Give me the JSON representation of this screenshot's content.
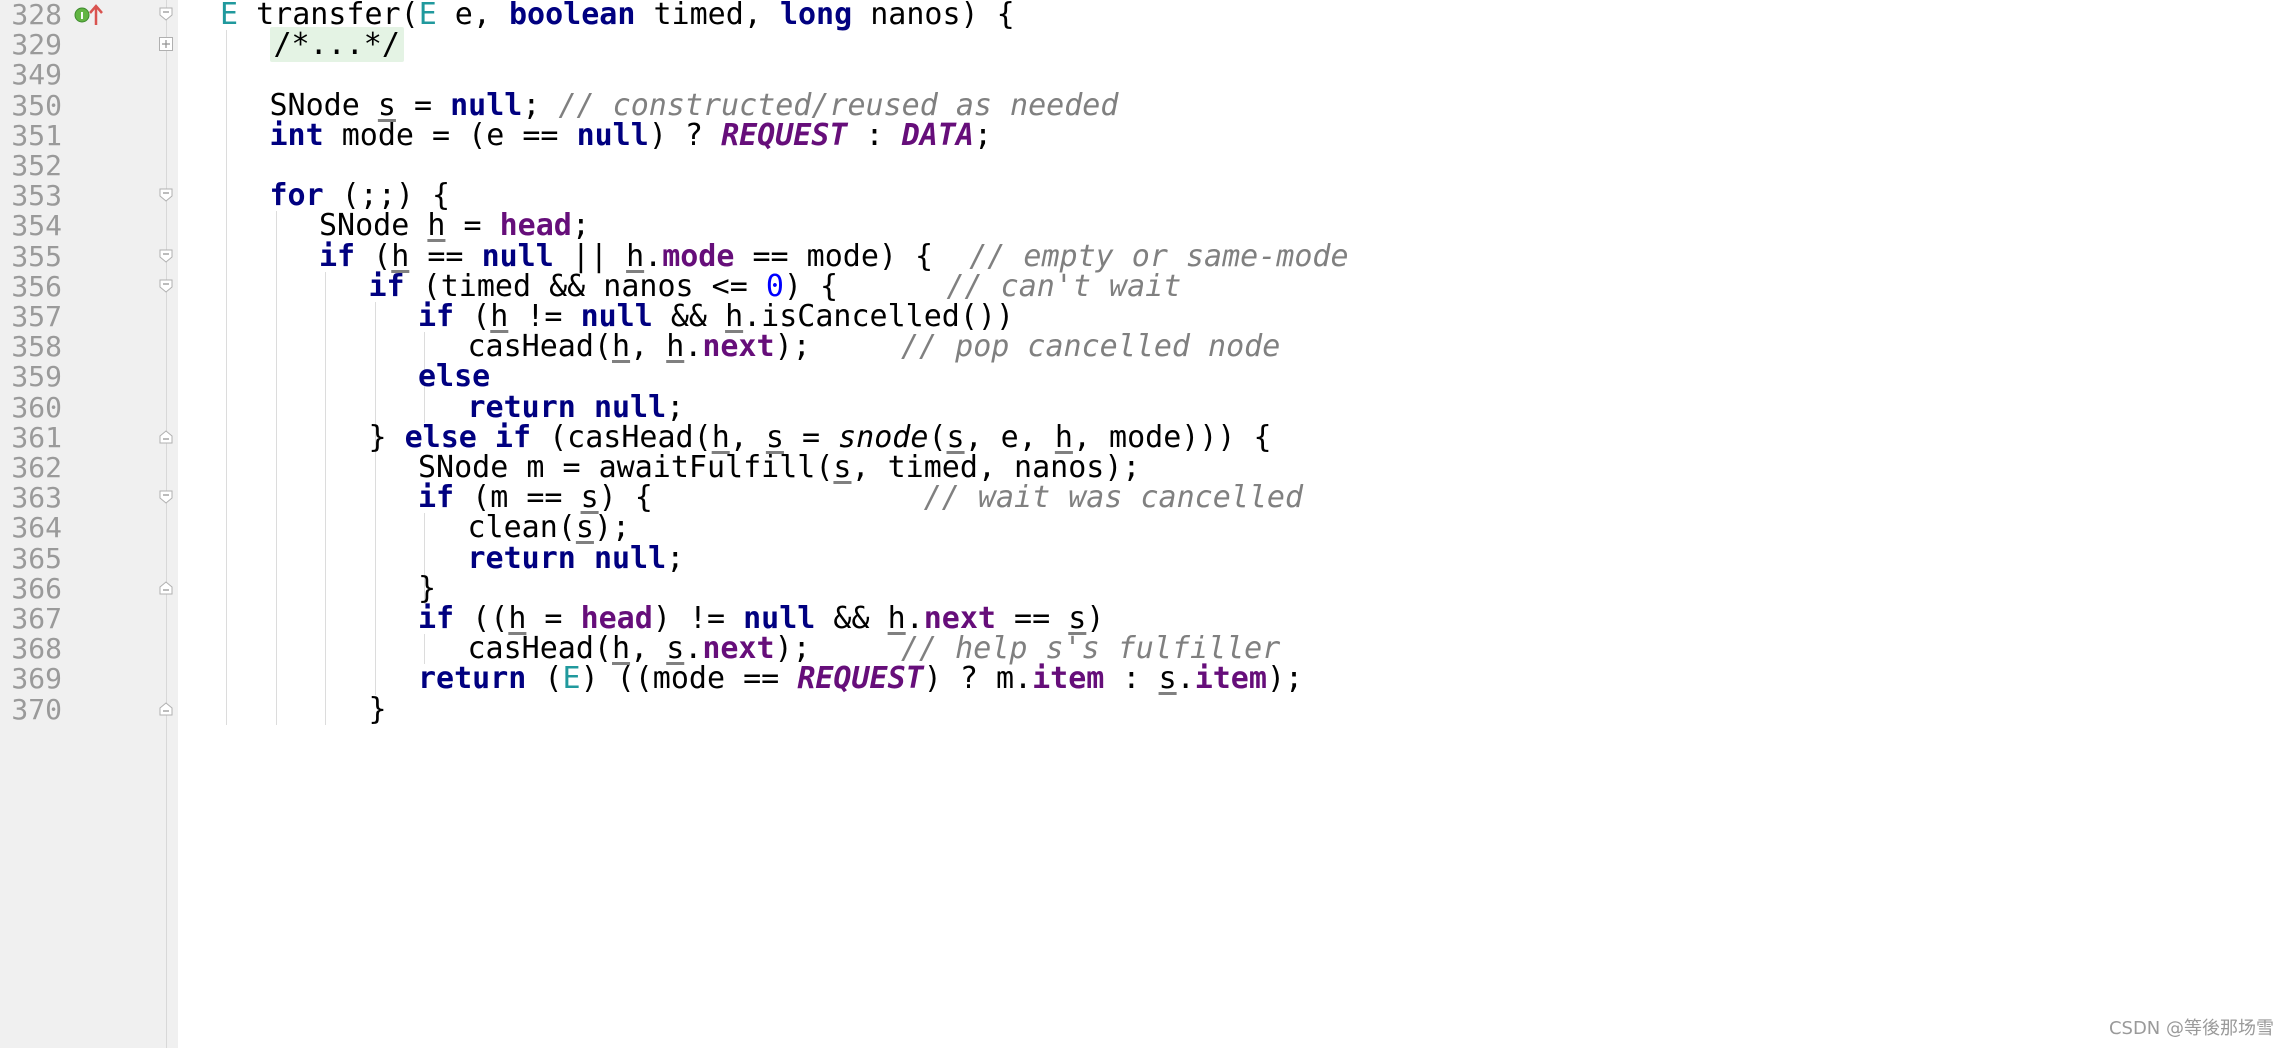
{
  "editor": {
    "accent_keyword": "#000080",
    "accent_field": "#660e7a",
    "accent_comment": "#808080",
    "lines": [
      {
        "num": "328",
        "gutter_icon": "override-method-icon",
        "fold": "open",
        "indent": 1,
        "tokens": [
          [
            "ty",
            "E"
          ],
          [
            "t",
            " transfer("
          ],
          [
            "ty",
            "E"
          ],
          [
            "t",
            " e, "
          ],
          [
            "kw",
            "boolean"
          ],
          [
            "t",
            " timed, "
          ],
          [
            "kw",
            "long"
          ],
          [
            "t",
            " nanos) {"
          ]
        ]
      },
      {
        "num": "329",
        "fold": "plus",
        "indent": 2,
        "tokens": [
          [
            "fold",
            "/*...*/"
          ]
        ]
      },
      {
        "num": "349",
        "indent": 2,
        "tokens": []
      },
      {
        "num": "350",
        "indent": 2,
        "tokens": [
          [
            "t",
            "SNode "
          ],
          [
            "ul",
            "s"
          ],
          [
            "t",
            " = "
          ],
          [
            "kw",
            "null"
          ],
          [
            "t",
            "; "
          ],
          [
            "cm",
            "// constructed/reused as needed"
          ]
        ]
      },
      {
        "num": "351",
        "indent": 2,
        "tokens": [
          [
            "kw",
            "int"
          ],
          [
            "t",
            " mode = (e == "
          ],
          [
            "kw",
            "null"
          ],
          [
            "t",
            ") ? "
          ],
          [
            "cst",
            "REQUEST"
          ],
          [
            "t",
            " : "
          ],
          [
            "cst",
            "DATA"
          ],
          [
            "t",
            ";"
          ]
        ]
      },
      {
        "num": "352",
        "indent": 2,
        "tokens": []
      },
      {
        "num": "353",
        "fold": "open",
        "indent": 2,
        "tokens": [
          [
            "kw",
            "for"
          ],
          [
            "t",
            " (;;) {"
          ]
        ]
      },
      {
        "num": "354",
        "indent": 3,
        "tokens": [
          [
            "t",
            "SNode "
          ],
          [
            "ul",
            "h"
          ],
          [
            "t",
            " = "
          ],
          [
            "fld",
            "head"
          ],
          [
            "t",
            ";"
          ]
        ]
      },
      {
        "num": "355",
        "fold": "open",
        "indent": 3,
        "tokens": [
          [
            "kw",
            "if"
          ],
          [
            "t",
            " ("
          ],
          [
            "ul",
            "h"
          ],
          [
            "t",
            " == "
          ],
          [
            "kw",
            "null"
          ],
          [
            "t",
            " || "
          ],
          [
            "ul",
            "h"
          ],
          [
            "t",
            "."
          ],
          [
            "fld",
            "mode"
          ],
          [
            "t",
            " == mode) {  "
          ],
          [
            "cm",
            "// empty or same-mode"
          ]
        ]
      },
      {
        "num": "356",
        "fold": "open",
        "indent": 4,
        "tokens": [
          [
            "kw",
            "if"
          ],
          [
            "t",
            " (timed && nanos <= "
          ],
          [
            "num",
            "0"
          ],
          [
            "t",
            ") {      "
          ],
          [
            "cm",
            "// can't wait"
          ]
        ]
      },
      {
        "num": "357",
        "indent": 5,
        "tokens": [
          [
            "kw",
            "if"
          ],
          [
            "t",
            " ("
          ],
          [
            "ul",
            "h"
          ],
          [
            "t",
            " != "
          ],
          [
            "kw",
            "null"
          ],
          [
            "t",
            " && "
          ],
          [
            "ul",
            "h"
          ],
          [
            "t",
            ".isCancelled())"
          ]
        ]
      },
      {
        "num": "358",
        "indent": 6,
        "tokens": [
          [
            "t",
            "casHead("
          ],
          [
            "ul",
            "h"
          ],
          [
            "t",
            ", "
          ],
          [
            "ul",
            "h"
          ],
          [
            "t",
            "."
          ],
          [
            "fld",
            "next"
          ],
          [
            "t",
            ");     "
          ],
          [
            "cm",
            "// pop cancelled node"
          ]
        ]
      },
      {
        "num": "359",
        "indent": 5,
        "tokens": [
          [
            "kw",
            "else"
          ]
        ]
      },
      {
        "num": "360",
        "indent": 6,
        "tokens": [
          [
            "kw",
            "return"
          ],
          [
            "t",
            " "
          ],
          [
            "kw",
            "null"
          ],
          [
            "t",
            ";"
          ]
        ]
      },
      {
        "num": "361",
        "fold": "close",
        "indent": 4,
        "tokens": [
          [
            "t",
            "} "
          ],
          [
            "kw",
            "else if"
          ],
          [
            "t",
            " (casHead("
          ],
          [
            "ul",
            "h"
          ],
          [
            "t",
            ", "
          ],
          [
            "ul",
            "s"
          ],
          [
            "t",
            " = "
          ],
          [
            "it",
            "snode"
          ],
          [
            "t",
            "("
          ],
          [
            "ul",
            "s"
          ],
          [
            "t",
            ", e, "
          ],
          [
            "ul",
            "h"
          ],
          [
            "t",
            ", mode))) {"
          ]
        ]
      },
      {
        "num": "362",
        "indent": 5,
        "tokens": [
          [
            "t",
            "SNode m = awaitFulfill("
          ],
          [
            "ul",
            "s"
          ],
          [
            "t",
            ", timed, nanos);"
          ]
        ]
      },
      {
        "num": "363",
        "fold": "open",
        "indent": 5,
        "tokens": [
          [
            "kw",
            "if"
          ],
          [
            "t",
            " (m == "
          ],
          [
            "ul",
            "s"
          ],
          [
            "t",
            ") {               "
          ],
          [
            "cm",
            "// wait was cancelled"
          ]
        ]
      },
      {
        "num": "364",
        "indent": 6,
        "tokens": [
          [
            "t",
            "clean("
          ],
          [
            "ul",
            "s"
          ],
          [
            "t",
            ");"
          ]
        ]
      },
      {
        "num": "365",
        "indent": 6,
        "tokens": [
          [
            "kw",
            "return"
          ],
          [
            "t",
            " "
          ],
          [
            "kw",
            "null"
          ],
          [
            "t",
            ";"
          ]
        ]
      },
      {
        "num": "366",
        "fold": "close",
        "indent": 5,
        "tokens": [
          [
            "t",
            "}"
          ]
        ]
      },
      {
        "num": "367",
        "indent": 5,
        "tokens": [
          [
            "kw",
            "if"
          ],
          [
            "t",
            " (("
          ],
          [
            "ul",
            "h"
          ],
          [
            "t",
            " = "
          ],
          [
            "fld",
            "head"
          ],
          [
            "t",
            ") != "
          ],
          [
            "kw",
            "null"
          ],
          [
            "t",
            " && "
          ],
          [
            "ul",
            "h"
          ],
          [
            "t",
            "."
          ],
          [
            "fld",
            "next"
          ],
          [
            "t",
            " == "
          ],
          [
            "ul",
            "s"
          ],
          [
            "t",
            ")"
          ]
        ]
      },
      {
        "num": "368",
        "indent": 6,
        "tokens": [
          [
            "t",
            "casHead("
          ],
          [
            "ul",
            "h"
          ],
          [
            "t",
            ", "
          ],
          [
            "ul",
            "s"
          ],
          [
            "t",
            "."
          ],
          [
            "fld",
            "next"
          ],
          [
            "t",
            ");     "
          ],
          [
            "cm",
            "// help s's fulfiller"
          ]
        ]
      },
      {
        "num": "369",
        "indent": 5,
        "tokens": [
          [
            "kw",
            "return"
          ],
          [
            "t",
            " ("
          ],
          [
            "ty",
            "E"
          ],
          [
            "t",
            ") ((mode == "
          ],
          [
            "cst",
            "REQUEST"
          ],
          [
            "t",
            ") ? m."
          ],
          [
            "fld",
            "item"
          ],
          [
            "t",
            " : "
          ],
          [
            "ul",
            "s"
          ],
          [
            "t",
            "."
          ],
          [
            "fld",
            "item"
          ],
          [
            "t",
            ");"
          ]
        ]
      },
      {
        "num": "370",
        "fold": "close",
        "indent": 4,
        "tokens": [
          [
            "t",
            "}"
          ]
        ]
      }
    ]
  },
  "watermark": "CSDN @等後那场雪"
}
